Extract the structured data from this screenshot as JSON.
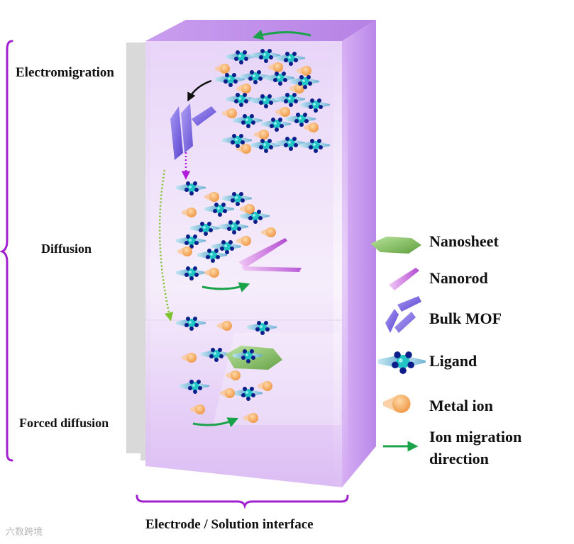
{
  "stages": {
    "electromigration": "Electromigration",
    "diffusion": "Diffusion",
    "forced_diffusion": "Forced diffusion"
  },
  "legend": {
    "nanosheet": "Nanosheet",
    "nanorod": "Nanorod",
    "bulk_mof": "Bulk MOF",
    "ligand": "Ligand",
    "metal_ion": "Metal ion",
    "ion_migration_line1": "Ion migration",
    "ion_migration_line2": "direction"
  },
  "axis_label": "Electrode / Solution interface",
  "watermark": "六数跨境",
  "colors": {
    "prism": "#c79af0",
    "bracket": "#a020d0",
    "arrow_green": "#1aa34a",
    "ligand_core": "#23c4c4",
    "ligand_blue": "#0b1e8a",
    "metal_ion": "#f4a552",
    "nanorod": "#c061d8",
    "bulk_mof": "#7a63e0",
    "nanosheet": "#7fbf5a"
  }
}
